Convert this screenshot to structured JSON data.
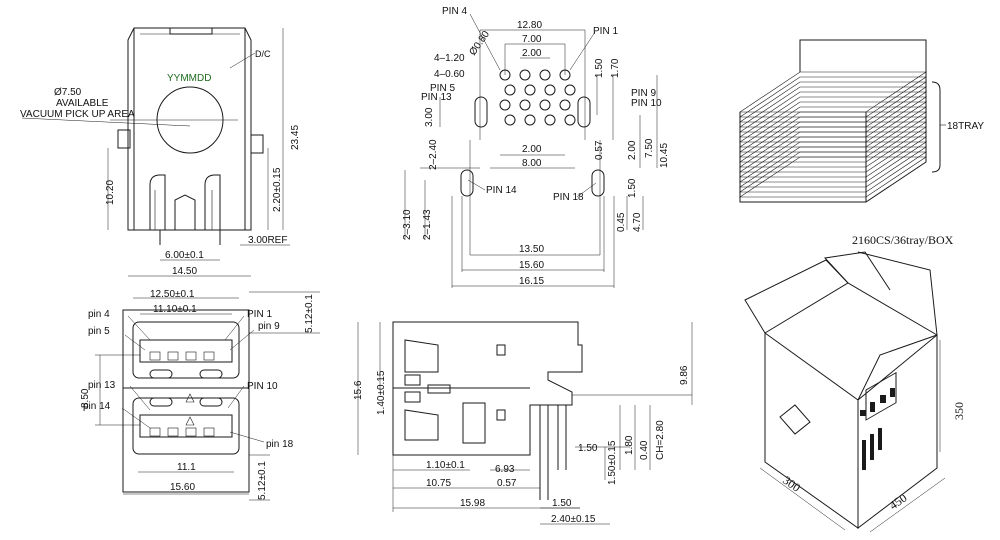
{
  "colors": {
    "line": "#1a1a1a",
    "marking": "#1d6b1d",
    "background": "#ffffff"
  },
  "side_view": {
    "date_code": "YYMMDD",
    "dc_label": "D/C",
    "vacuum_area_1": "Ø7.50",
    "vacuum_area_2": "AVAILABLE",
    "vacuum_area_3": "VACUUM PICK UP AREA",
    "height": "23.45",
    "left_height": "10.20",
    "pin_height": "2.20±0.15",
    "ref": "3.00REF",
    "pitch": "6.00±0.1",
    "width": "14.50"
  },
  "footprint": {
    "pin4": "PIN 4",
    "pin1": "PIN 1",
    "pin5": "PIN 5",
    "pin13": "PIN 13",
    "pin9": "PIN 9",
    "pin10": "PIN 10",
    "pin14": "PIN 14",
    "pin18": "PIN 18",
    "d_top": "12.80",
    "d_700": "7.00",
    "d_200": "2.00",
    "drill": "Ø0.80",
    "hole_a": "4–1.20",
    "hole_b": "4–0.60",
    "d_150": "1.50",
    "d_170": "1.70",
    "d_300": "3.00",
    "d_240": "2–2.40",
    "d_200b": "2.00",
    "d_800": "8.00",
    "d_057": "0.57",
    "d_200c": "2.00",
    "d_750": "7.50",
    "d_1045": "10.45",
    "d_150b": "1.50",
    "d_310": "2–3.10",
    "d_143": "2–1.43",
    "d_045": "0.45",
    "d_470": "4.70",
    "d_1350": "13.50",
    "d_1560": "15.60",
    "d_1615": "16.15"
  },
  "packing": {
    "tray_label": "18TRAY",
    "box_label": "2160CS/36tray/BOX",
    "box_h": "350",
    "box_w": "300",
    "box_d": "450"
  },
  "front_view": {
    "w1": "12.50±0.1",
    "w2": "11.10±0.1",
    "pin4": "pin 4",
    "pin1": "PIN 1",
    "pin5": "pin 5",
    "pin9": "pin 9",
    "pin13": "pin 13",
    "pin10": "PIN 10",
    "pin14": "pin 14",
    "pin18": "pin 18",
    "h_512a": "5.12±0.1",
    "h_850": "8.50",
    "w3": "11.1",
    "w4": "15.60",
    "h_512b": "5.12±0.1"
  },
  "side_profile": {
    "h_156": "15.6",
    "h_140": "1.40±0.15",
    "h_986": "9.86",
    "d_150": "1.50",
    "d_180": "1.80",
    "d_040": "0.40",
    "ch": "CH=2.80",
    "d_150b": "1.50±0.15",
    "d_110": "1.10±0.1",
    "d_693": "6.93",
    "d_1075": "10.75",
    "d_057": "0.57",
    "d_1598": "15.98",
    "d_150c": "1.50",
    "d_240": "2.40±0.15"
  }
}
